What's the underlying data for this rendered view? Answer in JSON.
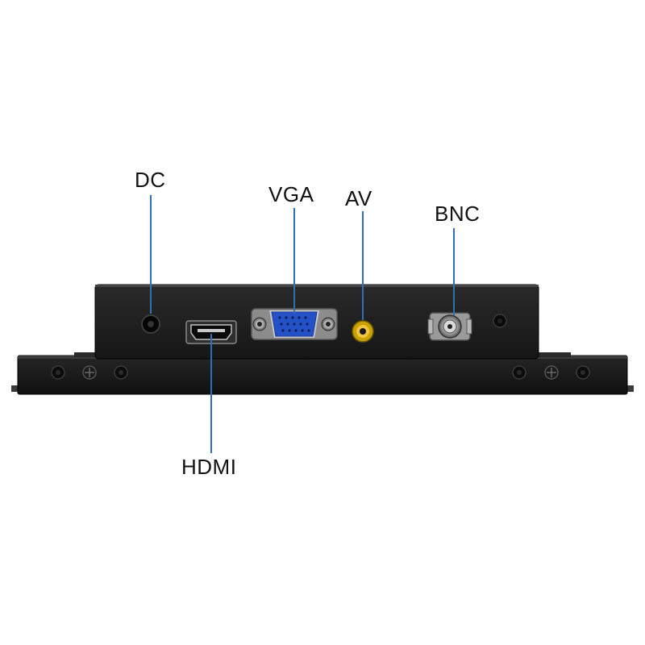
{
  "colors": {
    "leader_line": "#2f6fb3",
    "device_body": "#1c1c1c",
    "vga_blue": "#2450c8",
    "av_ring": "#e0b000"
  },
  "ports": [
    {
      "id": "dc",
      "label": "DC",
      "icon": "dc-power-jack-icon"
    },
    {
      "id": "vga",
      "label": "VGA",
      "icon": "vga-port-icon"
    },
    {
      "id": "av",
      "label": "AV",
      "icon": "rca-av-jack-icon"
    },
    {
      "id": "bnc",
      "label": "BNC",
      "icon": "bnc-connector-icon"
    },
    {
      "id": "hdmi",
      "label": "HDMI",
      "icon": "hdmi-port-icon"
    }
  ]
}
